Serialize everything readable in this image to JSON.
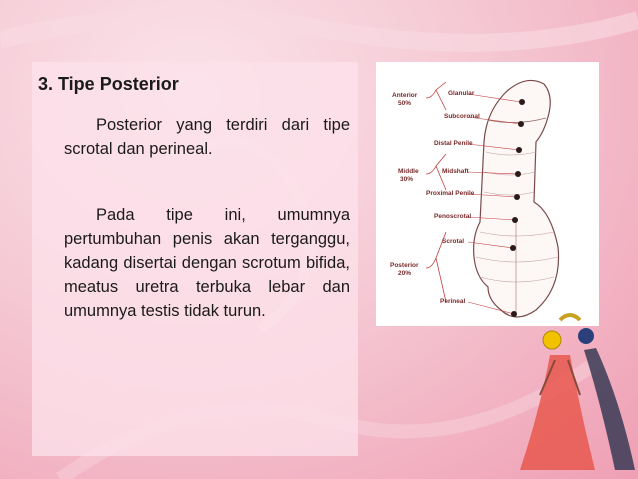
{
  "slide": {
    "heading": "3.  Tipe Posterior",
    "paragraphs": [
      "Posterior yang terdiri dari tipe scrotal dan perineal.",
      "Pada tipe ini, umumnya pertumbuhan penis akan terganggu, kadang disertai dengan scrotum bifida, meatus uretra terbuka lebar dan umumnya testis tidak turun."
    ]
  },
  "figure": {
    "groups": [
      {
        "name": "Anterior",
        "percent": "50%"
      },
      {
        "name": "Middle",
        "percent": "30%"
      },
      {
        "name": "Posterior",
        "percent": "20%"
      }
    ],
    "sites": [
      "Glanular",
      "Subcoronal",
      "Distal Penile",
      "Midshaft",
      "Proximal Penile",
      "Penoscrotal",
      "Scrotal",
      "Perineal"
    ]
  },
  "colors": {
    "background": "#f5c9d4",
    "panel": "#fce2ea",
    "label": "#7a2a2a"
  }
}
